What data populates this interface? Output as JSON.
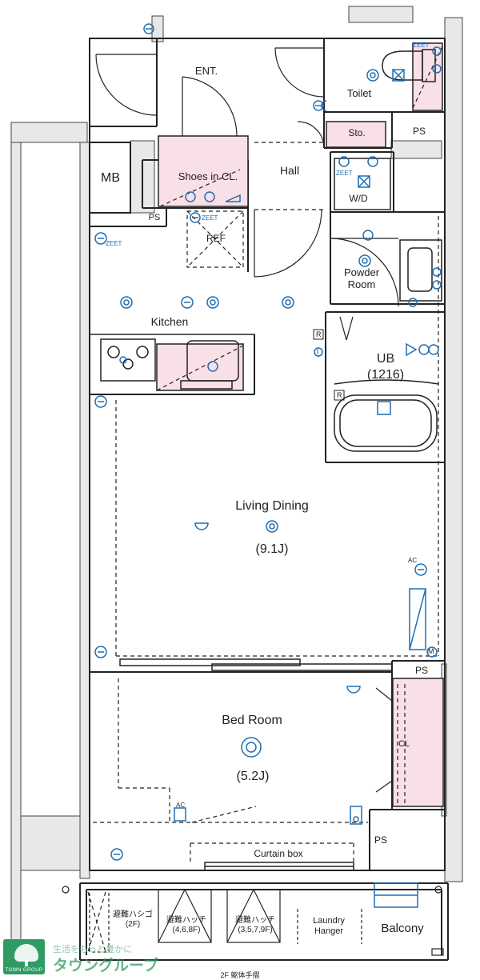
{
  "rooms": {
    "entrance": "ENT.",
    "toilet": "Toilet",
    "storage": "Sto.",
    "ps": "PS",
    "mb": "MB",
    "shoes_closet": "Shoes in CL.",
    "hall": "Hall",
    "washer": "W/D",
    "refrigerator": "REF",
    "powder_room": "Powder\nRoom",
    "kitchen": "Kitchen",
    "unit_bath": "UB",
    "unit_bath_size": "(1216)",
    "living_dining": "Living Dining",
    "living_dining_size": "(9.1J)",
    "bed_room": "Bed Room",
    "bed_room_size": "(5.2J)",
    "closet": "CL",
    "curtain_box": "Curtain box",
    "balcony": "Balcony",
    "laundry_hanger": "Laundry\nHanger",
    "escape_ladder": "避難ハシゴ\n(2F)",
    "escape_hatch_1": "避難ハッチ\n(4,6,8F)",
    "escape_hatch_2": "避難ハッチ\n(3,5,7,9F)"
  },
  "symbols": {
    "zeet": "ZEET",
    "ac": "AC",
    "r": "R",
    "m": "M",
    "t": "t"
  },
  "footer": {
    "note": "2F 躯体手摺"
  },
  "logo": {
    "name": "タウングループ",
    "english": "TOWN GROUP",
    "tagline": "生活をもっと豊かに"
  },
  "colors": {
    "storage_fill": "#f9dfe6",
    "wall": "#e8e8e8",
    "line": "#222222",
    "fixture": "#1f6fb5",
    "logo_green": "#2e9b63"
  }
}
